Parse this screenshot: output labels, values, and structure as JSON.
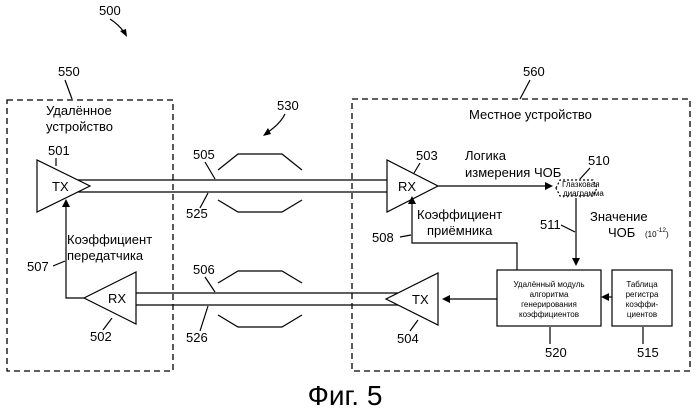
{
  "figure": {
    "number": "500",
    "caption": "Фиг. 5"
  },
  "remote": {
    "ref": "550",
    "title_line1": "Удалённое",
    "title_line2": "устройство",
    "tx": {
      "ref": "501",
      "label": "TX"
    },
    "rx": {
      "ref": "502",
      "label": "RX"
    },
    "coef_line1": "Коэффициент",
    "coef_line2": "передатчика",
    "coef_ref": "507"
  },
  "channel": {
    "ref": "530",
    "top_ref_upper": "505",
    "top_ref_lower": "525",
    "bottom_ref_upper": "506",
    "bottom_ref_lower": "526"
  },
  "local": {
    "ref": "560",
    "title": "Местное устройство",
    "rx": {
      "ref": "503",
      "label": "RX"
    },
    "tx": {
      "ref": "504",
      "label": "TX"
    },
    "logic_line1": "Логика",
    "logic_line2": "измерения ЧОБ",
    "eye": {
      "ref": "510",
      "line1": "Глазковая",
      "line2": "диаграмма"
    },
    "ber_ref": "511",
    "ber_line1": "Значение",
    "ber_line2": "ЧОБ",
    "ber_value": "(10",
    "ber_exp": "-12",
    "ber_close": ")",
    "rx_coef_line1": "Коэффициент",
    "rx_coef_line2": "приёмника",
    "rx_coef_ref": "508",
    "module": {
      "ref": "520",
      "line1": "Удалённый модуль",
      "line2": "алгоритма",
      "line3": "генерирования",
      "line4": "коэффициентов"
    },
    "table": {
      "ref": "515",
      "line1": "Таблица",
      "line2": "регистра",
      "line3": "коэффи-",
      "line4": "циентов"
    }
  }
}
